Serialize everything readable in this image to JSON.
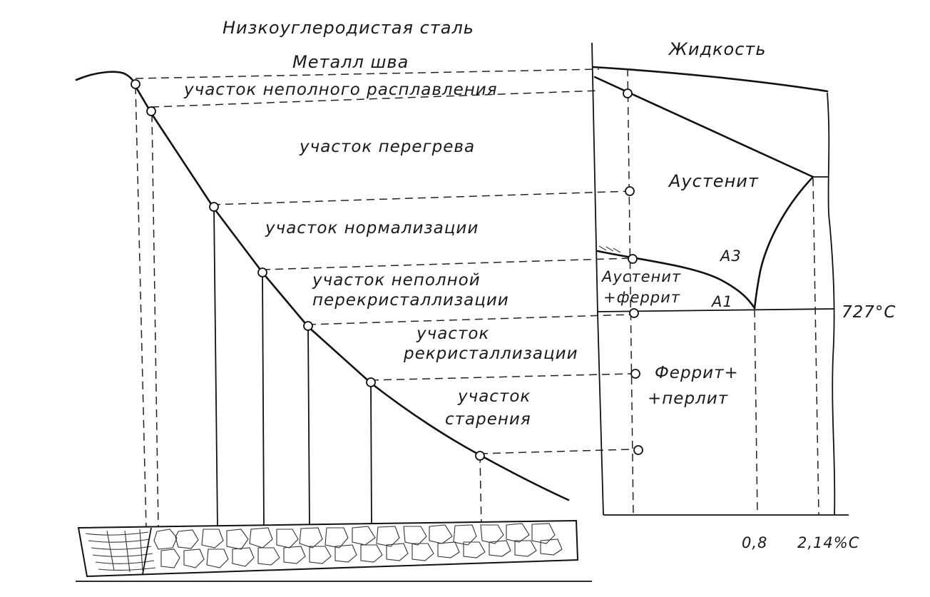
{
  "title": "Низкоуглеродистая сталь",
  "left_panel": {
    "zones": [
      "Металл шва",
      "участок неполного расплавления",
      "участок перегрева",
      "участок нормализации",
      "участок неполной",
      "перекристаллизации",
      "участок",
      "рекристаллизации",
      "участок",
      "старения"
    ]
  },
  "right_panel": {
    "phases": {
      "liquid": "Жидкость",
      "austenite": "Аустенит",
      "austenite_ferrite_1": "Аустенит",
      "austenite_ferrite_2": "+феррит",
      "ferrite_pearlite_1": "Феррит+",
      "ferrite_pearlite_2": "+перлит"
    },
    "lines": {
      "a3": "A3",
      "a1": "A1"
    },
    "temperature_label": "727°C",
    "axis_ticks": [
      "0,8",
      "2,14%C"
    ]
  }
}
